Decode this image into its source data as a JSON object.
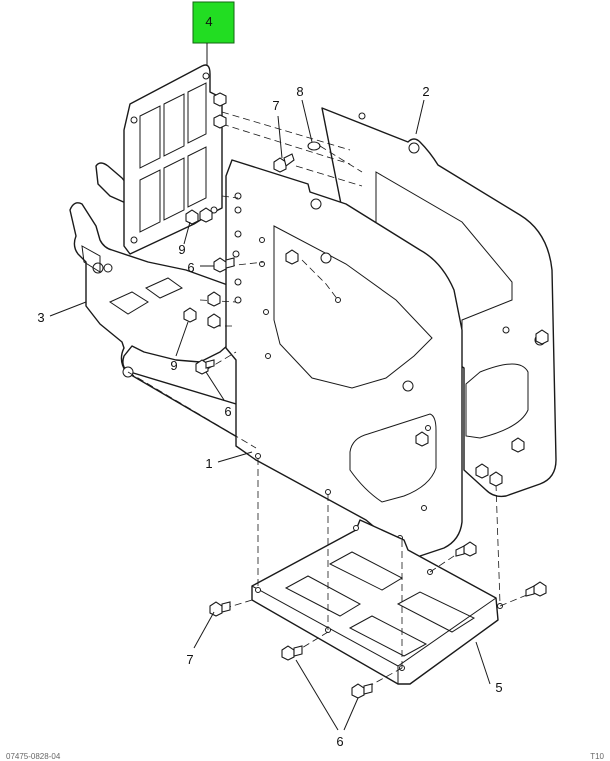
{
  "highlight_color": "#22dd22",
  "callouts": {
    "c1": "1",
    "c2": "2",
    "c3": "3",
    "c4": "4",
    "c5": "5",
    "c6a": "6",
    "c6b": "6",
    "c6c": "6",
    "c7a": "7",
    "c7b": "7",
    "c8": "8",
    "c9a": "9",
    "c9b": "9"
  },
  "footer": {
    "left_code": "07475-0828-04",
    "right_code": "T10"
  }
}
